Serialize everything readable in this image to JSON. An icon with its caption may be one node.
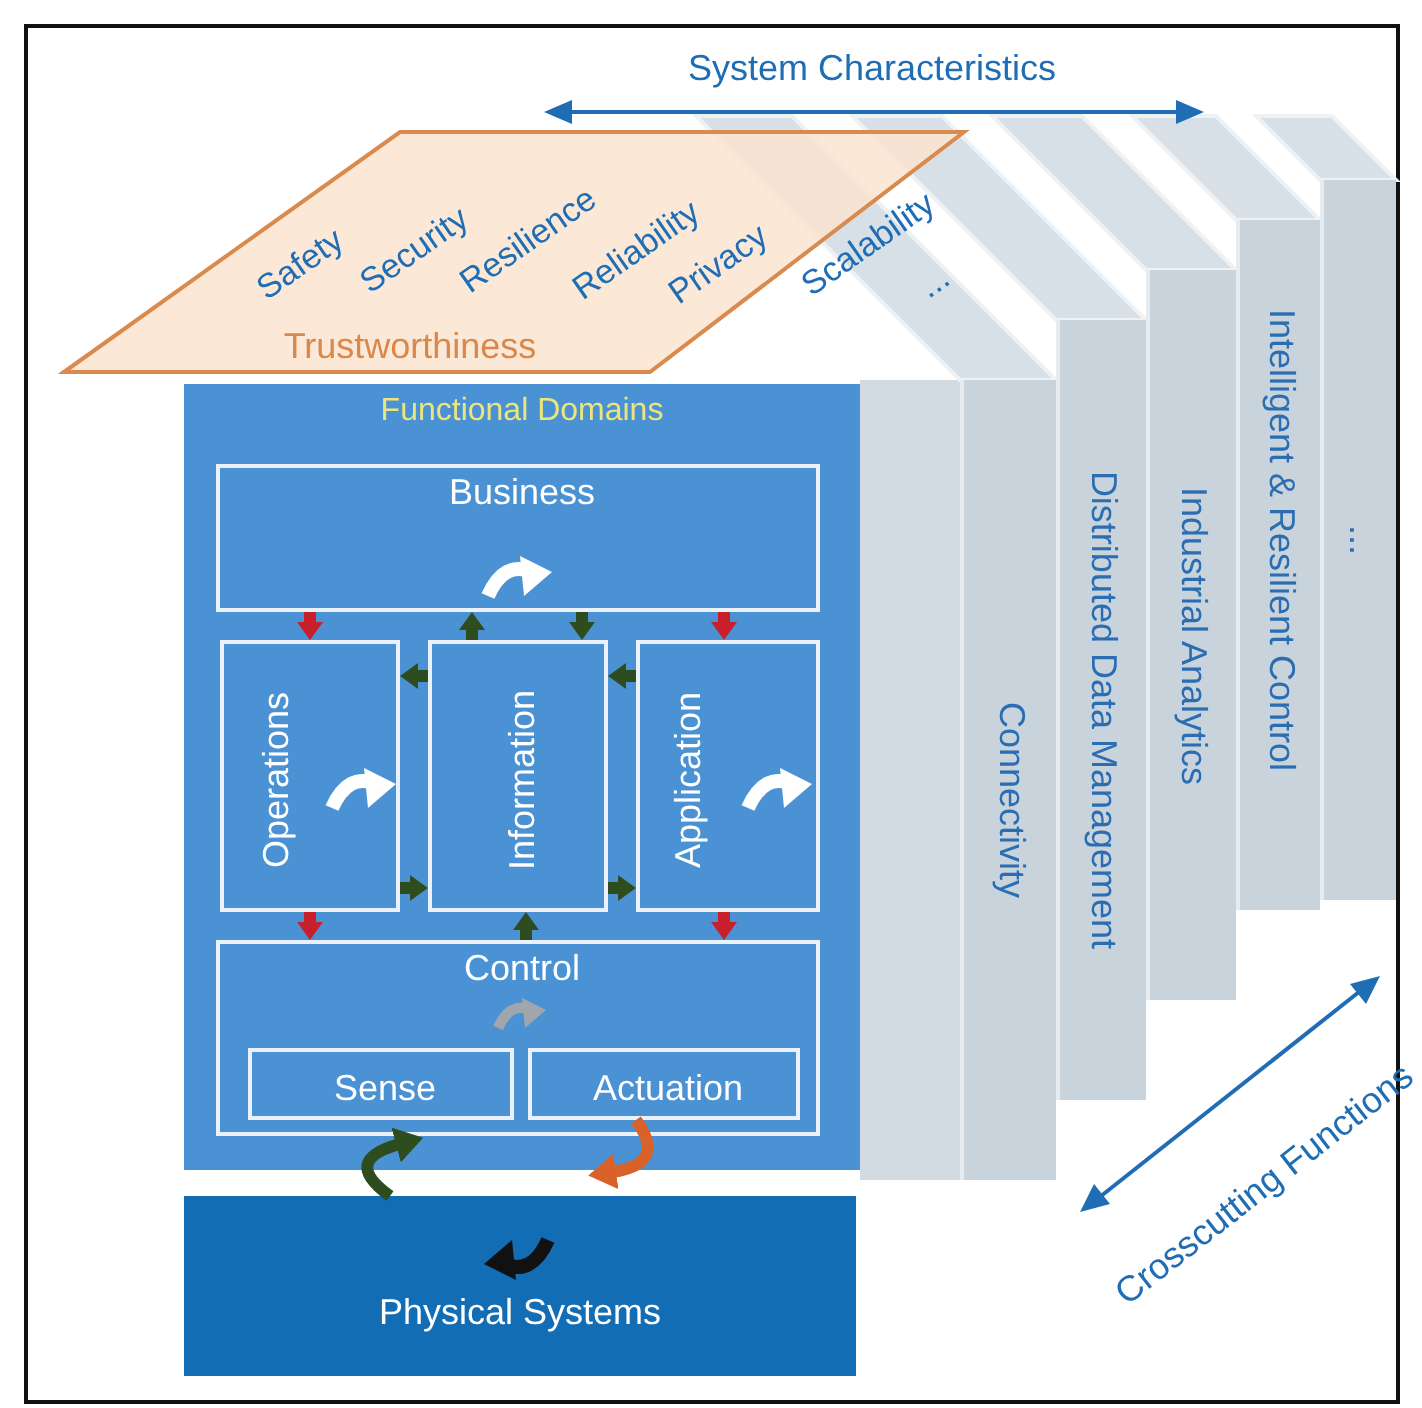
{
  "diagram": {
    "nodes": [
      {
        "text": [
          "Functional Domains"
        ]
      },
      {
        "text": [
          "Business"
        ],
        "in": 0
      },
      {
        "text": [
          "Operations"
        ],
        "in": 0
      },
      {
        "text": [
          "Information"
        ],
        "in": 0
      },
      {
        "text": [
          "Application"
        ],
        "in": 0
      },
      {
        "text": [
          "Control"
        ],
        "in": 0
      },
      {
        "text": [
          "Sense"
        ],
        "in": 5
      },
      {
        "text": [
          "Actuation"
        ],
        "in": 5
      },
      {
        "text": [
          "Physical Systems"
        ]
      },
      {
        "text": [
          "Safety",
          "Security",
          "Resilience",
          "Reliability",
          "Privacy",
          "Trustworthiness"
        ]
      },
      {
        "text": [
          "Connectivity"
        ]
      },
      {
        "text": [
          "Distributed Data Management"
        ]
      },
      {
        "text": [
          "Industrial Analytics"
        ]
      },
      {
        "text": [
          "Intelligent & Resilient Control"
        ]
      },
      {
        "text": [
          "..."
        ]
      }
    ],
    "edges": [
      {
        "from": 1,
        "to": 2,
        "arrow": "to",
        "color": "#c8202a"
      },
      {
        "from": 1,
        "to": 4,
        "arrow": "to",
        "color": "#c8202a"
      },
      {
        "from": 3,
        "to": 1,
        "arrow": "to"
      },
      {
        "from": 1,
        "to": 3,
        "arrow": "to"
      },
      {
        "from": 3,
        "to": 2,
        "arrow": "to"
      },
      {
        "from": 4,
        "to": 3,
        "arrow": "to"
      },
      {
        "from": 2,
        "to": 3,
        "arrow": "to"
      },
      {
        "from": 3,
        "to": 4,
        "arrow": "to"
      },
      {
        "from": 2,
        "to": 5,
        "arrow": "to",
        "color": "#c8202a"
      },
      {
        "from": 4,
        "to": 5,
        "arrow": "to",
        "color": "#c8202a"
      },
      {
        "from": 5,
        "to": 3,
        "arrow": "to"
      },
      {
        "from": 8,
        "to": 6,
        "arrow": "to"
      },
      {
        "from": 7,
        "to": 8,
        "arrow": "to",
        "color": "#d9622b"
      }
    ],
    "labels": [
      "System Characteristics",
      "Scalability",
      "...",
      "Crosscutting Functions"
    ]
  }
}
